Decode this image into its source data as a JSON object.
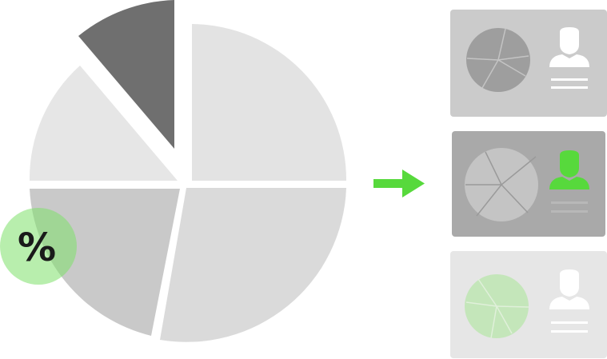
{
  "badge": {
    "symbol": "%",
    "color": "#7ee06a"
  },
  "colors": {
    "accent_green": "#57d93c",
    "slice_dark": "#6e6e6e",
    "slice_light": "#e4e4e4",
    "slice_mid": "#c8c8c8",
    "slice_base": "#dadada"
  },
  "cards": [
    {
      "name": "card-top",
      "style": "light-grey",
      "highlight": false
    },
    {
      "name": "card-middle",
      "style": "dark-grey",
      "highlight": true
    },
    {
      "name": "card-bottom",
      "style": "faded",
      "highlight": false
    }
  ],
  "icons": [
    "pie-chart-icon",
    "user-icon",
    "arrow-right-icon",
    "percent-badge-icon"
  ]
}
